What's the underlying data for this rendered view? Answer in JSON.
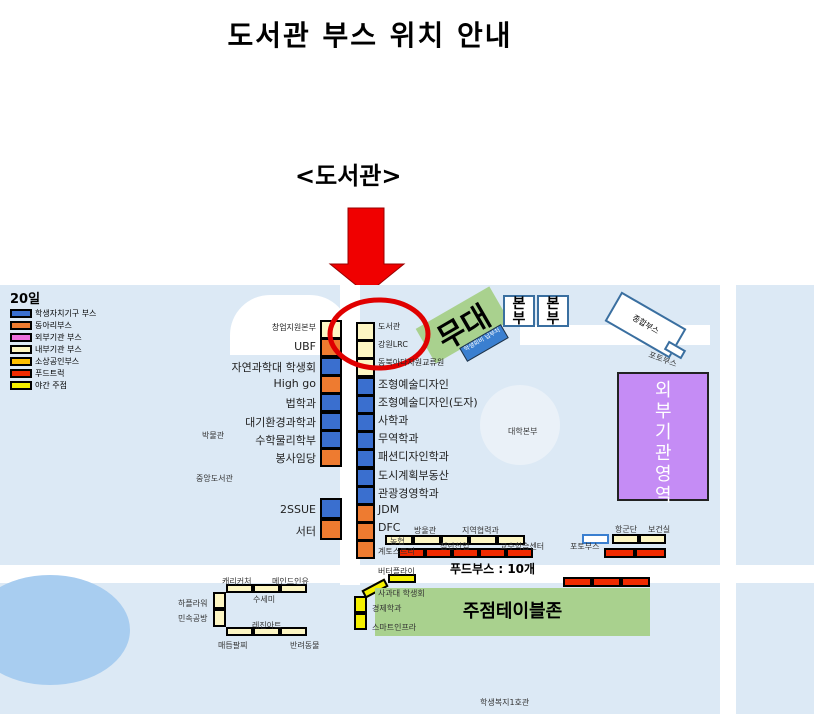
{
  "title": "도서관 부스 위치 안내",
  "subtitle": "<도서관>",
  "legend": {
    "day": "20일",
    "items": [
      "학생자치기구 부스",
      "동아리부스",
      "외부기관 부스",
      "내부기관 부스",
      "소상공인부스",
      "푸드트럭",
      "야간 주점"
    ]
  },
  "left_column": [
    "창업지원본부",
    "UBF",
    "자연과학대 학생회",
    "High go",
    "법학과",
    "대기환경과학과",
    "수학물리학부",
    "봉사임당",
    "2SSUE",
    "서터"
  ],
  "right_column": [
    "도서관",
    "강원LRC",
    "동북아다자원교류원",
    "조형예술디자인",
    "조형예술디자인(도자)",
    "사학과",
    "무역학과",
    "패션디자인학과",
    "도시계획부동산",
    "관광경영학과",
    "JDM",
    "DFC",
    "계토스트리"
  ],
  "row_labels": [
    "농협",
    "방울관",
    "지역협력과",
    "항군단",
    "보건실",
    "첨단산업",
    "교수학습센터",
    "포토부스"
  ],
  "food": "푸드부스 : 10개",
  "stage": "무대",
  "fee_booth": "학생회비 납부처",
  "hq": [
    "본부",
    "본부"
  ],
  "info_booth": "종합부스",
  "photo_booth": "포토부스",
  "external_zone": "외부기관영역",
  "pub_zone": "주점테이블존",
  "pubs": [
    "버터플라이",
    "사과대 학생회",
    "경제학과",
    "스마트인프라"
  ],
  "left_group": [
    "캐리커처",
    "메인드인유",
    "수세미",
    "하플라워",
    "민속공방",
    "레진아트",
    "매듭팔찌",
    "반려동물"
  ],
  "map_labels": [
    "박물관",
    "중앙도서관",
    "대학본부",
    "학생복지1호관"
  ]
}
